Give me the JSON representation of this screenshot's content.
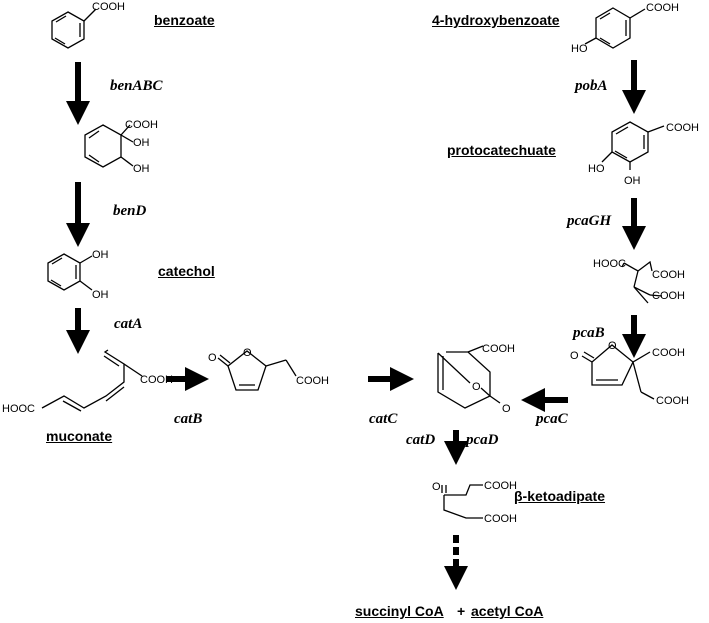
{
  "compounds": {
    "benzoate": "benzoate",
    "hydroxybenzoate": "4-hydroxybenzoate",
    "protocatechuate": "protocatechuate",
    "catechol": "catechol",
    "muconate": "muconate",
    "ketoadipate": "β-ketoadipate",
    "succinyl": "succinyl CoA",
    "plus": "+",
    "acetyl": "acetyl CoA"
  },
  "genes": {
    "benABC": "benABC",
    "benD": "benD",
    "catA": "catA",
    "catB": "catB",
    "catC": "catC",
    "catD": "catD",
    "pcaD": "pcaD",
    "pobA": "pobA",
    "pcaGH": "pcaGH",
    "pcaB": "pcaB",
    "pcaC": "pcaC"
  },
  "groups": {
    "cooh": "COOH",
    "oh": "OH",
    "ho": "HO",
    "hooc": "HOOC",
    "o": "O"
  }
}
